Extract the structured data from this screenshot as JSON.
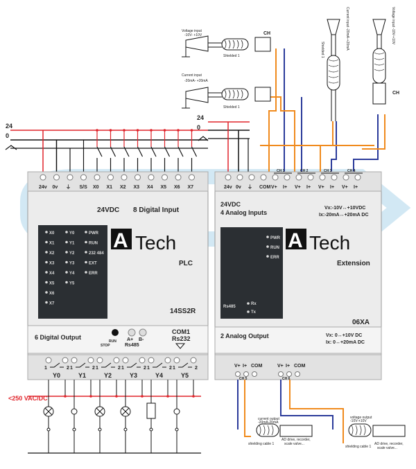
{
  "rails": {
    "v24": "24",
    "v0": "0",
    "gnd_symbol": "earth-ground-icon"
  },
  "plc": {
    "terminals_top": [
      "24v",
      "0v",
      "⏚",
      "S/S",
      "X0",
      "X1",
      "X2",
      "X3",
      "X4",
      "X5",
      "X6",
      "X7"
    ],
    "power_line": "24VDC",
    "input_line": "8 Digital Input",
    "leds_col1": [
      "X0",
      "X1",
      "X2",
      "X3",
      "X4",
      "X5",
      "X6",
      "X7"
    ],
    "leds_col2": [
      "Y0",
      "Y1",
      "Y2",
      "Y3",
      "Y4",
      "Y5"
    ],
    "leds_col3": [
      "PWR",
      "RUN",
      "232\n484",
      "EXT",
      "ERR"
    ],
    "brand_a": "A",
    "brand_rest": "Tech",
    "brand_sub": "PLC",
    "model": "14SS2R",
    "output_line": "6 Digital Output",
    "run": "RUN",
    "stop": "STOP",
    "rs485_a": "A+",
    "rs485_b": "B-",
    "rs485": "Rs485",
    "com1": "COM1",
    "rs232": "Rs232",
    "terminals_bottom": [
      "Y0",
      "Y1",
      "Y2",
      "Y3",
      "Y4",
      "Y5"
    ],
    "relay_pins": [
      "1",
      "2"
    ],
    "load_voltage": "<250 VAC/DC"
  },
  "ext": {
    "terminals_top": [
      "24v",
      "0v",
      "⏚",
      "COM",
      "V+",
      "I+",
      "V+",
      "I+",
      "V+",
      "I+",
      "V+",
      "I+"
    ],
    "channel_tags": [
      "CH 1",
      "CH 2",
      "CH 3",
      "CH 4"
    ],
    "power_line": "24VDC",
    "input_line": "4 Analog Inputs",
    "range_v": "Vx:-10V↔+10VDC",
    "range_i": "Ix:-20mA↔+20mA DC",
    "leds": [
      "PWR",
      "RUN",
      "ERR"
    ],
    "rs485": "Rs485",
    "rx": "Rx",
    "tx": "Tx",
    "brand_a": "A",
    "brand_rest": "Tech",
    "brand_sub": "Extension",
    "model": "06XA",
    "output_line": "2 Analog Output",
    "out_range_v": "Vx: 0↔+10V DC",
    "out_range_i": "Ix: 0↔+20mA DC",
    "terminals_bottom": [
      "V+",
      "I+",
      "COM",
      "V+",
      "I+",
      "COM"
    ],
    "out_channel_tags": [
      "CH 5",
      "CH 6"
    ]
  },
  "sensors": {
    "voltage_input": "Voltage input",
    "voltage_range": "-10V- +10V",
    "current_input": "Current input",
    "current_range": "-20mA- +20mA",
    "shielded": "Shielded 1",
    "ch": "CH",
    "rot_current": "Current input\n-20mA-+20mA",
    "rot_voltage": "Voltage input\n-10V-+10V"
  },
  "outputs": {
    "current_output": "current output",
    "current_range": "-20mA-20mA",
    "voltage_output": "voltage output",
    "voltage_range": "-10V-+10V",
    "shielding_cable": "shielding cable 1",
    "ad_drive": "AD drive, recorder,",
    "scale_valve": "scale valve..."
  },
  "colors": {
    "red": "#e0232a",
    "black": "#111111",
    "orange": "#f08a1c",
    "blue": "#2a3a9a",
    "module": "#e8e8e8",
    "panel": "#2b2f33",
    "watermark": "#7fbde0"
  }
}
